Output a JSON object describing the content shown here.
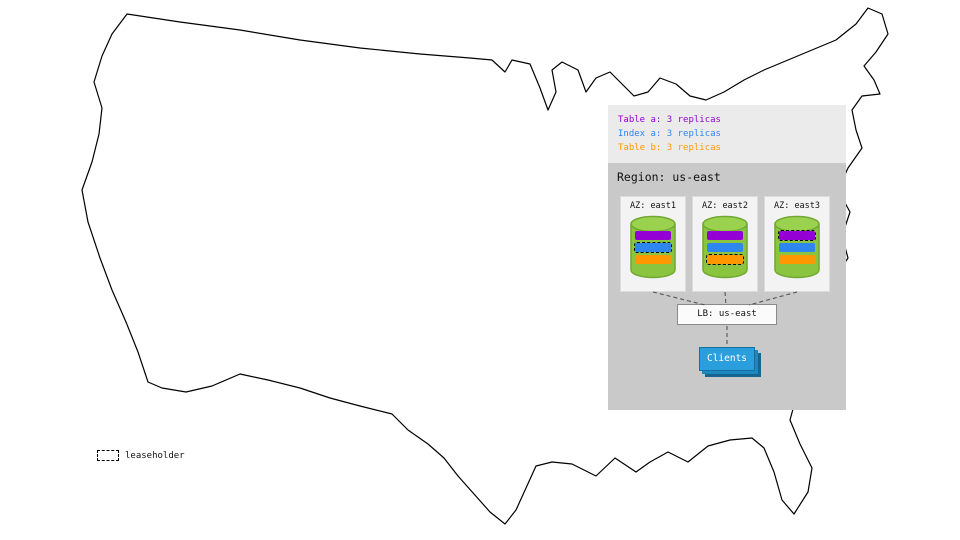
{
  "legend": {
    "items": [
      {
        "label": "Table a: 3 replicas",
        "color_key": "table_a"
      },
      {
        "label": "Index a: 3 replicas",
        "color_key": "index_a"
      },
      {
        "label": "Table b: 3 replicas",
        "color_key": "table_b"
      }
    ]
  },
  "region": {
    "label": "Region: us-east",
    "azs": [
      {
        "label": "AZ: east1",
        "replicas": [
          {
            "color": "table_a",
            "leaseholder": false
          },
          {
            "color": "index_a",
            "leaseholder": true
          },
          {
            "color": "table_b",
            "leaseholder": false
          }
        ]
      },
      {
        "label": "AZ: east2",
        "replicas": [
          {
            "color": "table_a",
            "leaseholder": false
          },
          {
            "color": "index_a",
            "leaseholder": false
          },
          {
            "color": "table_b",
            "leaseholder": true
          }
        ]
      },
      {
        "label": "AZ: east3",
        "replicas": [
          {
            "color": "table_a",
            "leaseholder": true
          },
          {
            "color": "index_a",
            "leaseholder": false
          },
          {
            "color": "table_b",
            "leaseholder": false
          }
        ]
      }
    ],
    "load_balancer": {
      "label": "LB: us-east"
    },
    "clients": {
      "label": "Clients"
    }
  },
  "leaseholder_legend": {
    "label": "leaseholder"
  },
  "colors": {
    "table_a": "#9400d3",
    "index_a": "#2e86f0",
    "table_b": "#ff9800",
    "clients": "#2b9fdd"
  }
}
